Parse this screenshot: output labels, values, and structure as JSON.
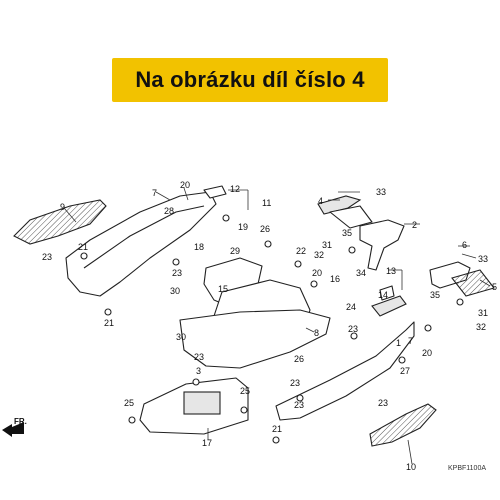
{
  "banner": {
    "text": "Na obrázku díl číslo 4",
    "color": "#f2c200"
  },
  "diagram_code": "KPBF1100A",
  "direction_label": "FR.",
  "callouts": [
    {
      "id": "c-9",
      "label": "9"
    },
    {
      "id": "c-7",
      "label": "7"
    },
    {
      "id": "c-20a",
      "label": "20"
    },
    {
      "id": "c-28",
      "label": "28"
    },
    {
      "id": "c-12",
      "label": "12"
    },
    {
      "id": "c-11",
      "label": "11"
    },
    {
      "id": "c-33a",
      "label": "33"
    },
    {
      "id": "c-4",
      "label": "4"
    },
    {
      "id": "c-2",
      "label": "2"
    },
    {
      "id": "c-19",
      "label": "19"
    },
    {
      "id": "c-18",
      "label": "18"
    },
    {
      "id": "c-29",
      "label": "29"
    },
    {
      "id": "c-26a",
      "label": "26"
    },
    {
      "id": "c-21a",
      "label": "21"
    },
    {
      "id": "c-23a",
      "label": "23"
    },
    {
      "id": "c-23b",
      "label": "23"
    },
    {
      "id": "c-22",
      "label": "22"
    },
    {
      "id": "c-31a",
      "label": "31"
    },
    {
      "id": "c-32a",
      "label": "32"
    },
    {
      "id": "c-35a",
      "label": "35"
    },
    {
      "id": "c-34",
      "label": "34"
    },
    {
      "id": "c-20b",
      "label": "20"
    },
    {
      "id": "c-16",
      "label": "16"
    },
    {
      "id": "c-30a",
      "label": "30"
    },
    {
      "id": "c-15",
      "label": "15"
    },
    {
      "id": "c-30b",
      "label": "30"
    },
    {
      "id": "c-8",
      "label": "8"
    },
    {
      "id": "c-13",
      "label": "13"
    },
    {
      "id": "c-14",
      "label": "14"
    },
    {
      "id": "c-24",
      "label": "24"
    },
    {
      "id": "c-23c",
      "label": "23"
    },
    {
      "id": "c-1",
      "label": "1"
    },
    {
      "id": "c-6",
      "label": "6"
    },
    {
      "id": "c-33b",
      "label": "33"
    },
    {
      "id": "c-5",
      "label": "5"
    },
    {
      "id": "c-35b",
      "label": "35"
    },
    {
      "id": "c-31b",
      "label": "31"
    },
    {
      "id": "c-32b",
      "label": "32"
    },
    {
      "id": "c-21b",
      "label": "21"
    },
    {
      "id": "c-23d",
      "label": "23"
    },
    {
      "id": "c-3",
      "label": "3"
    },
    {
      "id": "c-26b",
      "label": "26"
    },
    {
      "id": "c-23e",
      "label": "23"
    },
    {
      "id": "c-20c",
      "label": "20"
    },
    {
      "id": "c-7b",
      "label": "7"
    },
    {
      "id": "c-23f",
      "label": "23"
    },
    {
      "id": "c-27",
      "label": "27"
    },
    {
      "id": "c-23g",
      "label": "23"
    },
    {
      "id": "c-25a",
      "label": "25"
    },
    {
      "id": "c-25b",
      "label": "25"
    },
    {
      "id": "c-17",
      "label": "17"
    },
    {
      "id": "c-21c",
      "label": "21"
    },
    {
      "id": "c-10",
      "label": "10"
    }
  ]
}
